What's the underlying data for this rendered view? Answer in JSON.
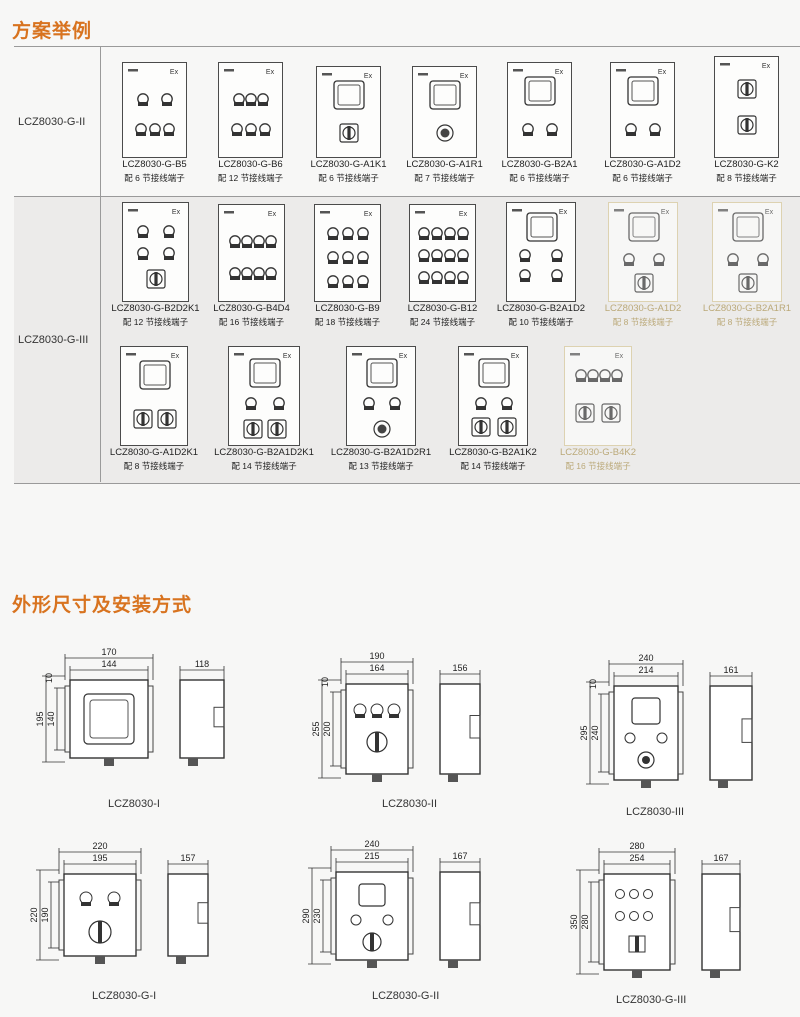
{
  "section1_title": "方案举例",
  "section2_title": "外形尺寸及安装方式",
  "rows": [
    {
      "label": "LCZ8030-G-II"
    },
    {
      "label": "LCZ8030-G-III"
    }
  ],
  "ex_mark": "Ex",
  "cards": [
    {
      "code": "LCZ8030-G-B5",
      "desc": "配 6 节接线端子"
    },
    {
      "code": "LCZ8030-G-B6",
      "desc": "配 12 节接线端子"
    },
    {
      "code": "LCZ8030-G-A1K1",
      "desc": "配 6 节接线端子"
    },
    {
      "code": "LCZ8030-G-A1R1",
      "desc": "配 7 节接线端子"
    },
    {
      "code": "LCZ8030-G-B2A1",
      "desc": "配 6 节接线端子"
    },
    {
      "code": "LCZ8030-G-A1D2",
      "desc": "配 6 节接线端子"
    },
    {
      "code": "LCZ8030-G-K2",
      "desc": "配 8 节接线端子"
    },
    {
      "code": "LCZ8030-G-B2D2K1",
      "desc": "配 12 节接线端子"
    },
    {
      "code": "LCZ8030-G-B4D4",
      "desc": "配 16 节接线端子"
    },
    {
      "code": "LCZ8030-G-B9",
      "desc": "配 18 节接线端子"
    },
    {
      "code": "LCZ8030-G-B12",
      "desc": "配 24 节接线端子"
    },
    {
      "code": "LCZ8030-G-B2A1D2",
      "desc": "配 10 节接线端子"
    },
    {
      "code": "LCZ8030-G-A1D2",
      "desc": "配 8 节接线端子"
    },
    {
      "code": "LCZ8030-G-B2A1R1",
      "desc": "配 8 节接线端子"
    },
    {
      "code": "LCZ8030-G-A1D2K1",
      "desc": "配 8 节接线端子"
    },
    {
      "code": "LCZ8030-G-B2A1D2K1",
      "desc": "配 14 节接线端子"
    },
    {
      "code": "LCZ8030-G-B2A1D2R1",
      "desc": "配 13 节接线端子"
    },
    {
      "code": "LCZ8030-G-B2A1K2",
      "desc": "配 14 节接线端子"
    },
    {
      "code": "LCZ8030-G-B4K2",
      "desc": "配 16 节接线端子"
    }
  ],
  "drawings": [
    {
      "caption": "LCZ8030-I",
      "w1": "170",
      "w2": "144",
      "h1": "195",
      "h2": "140",
      "d": "118",
      "small": "10"
    },
    {
      "caption": "LCZ8030-II",
      "w1": "190",
      "w2": "164",
      "h1": "255",
      "h2": "200",
      "d": "156",
      "small": "10"
    },
    {
      "caption": "LCZ8030-III",
      "w1": "240",
      "w2": "214",
      "h1": "295",
      "h2": "240",
      "d": "161",
      "small": "10"
    },
    {
      "caption": "LCZ8030-G-I",
      "w1": "220",
      "w2": "195",
      "h1": "220",
      "h2": "190",
      "d": "157",
      "small": ""
    },
    {
      "caption": "LCZ8030-G-II",
      "w1": "240",
      "w2": "215",
      "h1": "290",
      "h2": "230",
      "d": "167",
      "small": ""
    },
    {
      "caption": "LCZ8030-G-III",
      "w1": "280",
      "w2": "254",
      "h1": "350",
      "h2": "280",
      "d": "167",
      "small": ""
    }
  ]
}
